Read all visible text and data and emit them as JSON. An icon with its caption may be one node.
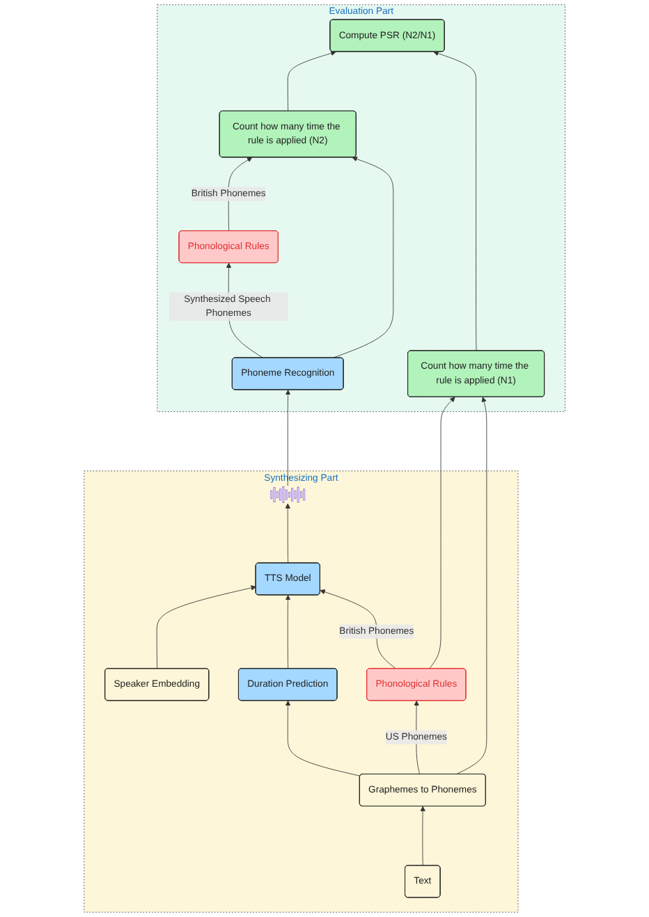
{
  "diagram": {
    "nodes": [
      {
        "text": [
          "Evaluation Part"
        ]
      },
      {
        "text": [
          "Phonological Rules"
        ],
        "in": 0
      },
      {
        "text": [
          "Count how many time the rule is applied (N2)"
        ],
        "in": 0
      },
      {
        "text": [
          "Phoneme Recognition"
        ],
        "in": 0
      },
      {
        "text": [
          "Compute PSR (N2/N1)"
        ],
        "in": 0
      },
      {
        "text": [
          "Count how many time the rule is applied (N1)"
        ],
        "in": 0
      },
      {
        "text": [
          "Synthesizing Part"
        ]
      },
      {
        "text": [
          "Speaker Embedding"
        ],
        "in": 6
      },
      {
        "text": [],
        "shape": "picture",
        "in": 6
      },
      {
        "text": [
          "TTS Model"
        ],
        "in": 6
      },
      {
        "text": [
          "Duration Prediction"
        ],
        "in": 6
      },
      {
        "text": [
          "Phonological Rules"
        ],
        "in": 6
      },
      {
        "text": [
          "Graphemes to Phonemes"
        ],
        "in": 6
      },
      {
        "text": [
          "Text"
        ],
        "in": 6
      }
    ],
    "edges": [
      {
        "from": 3,
        "to": 1,
        "arrow": "to",
        "label": "Synthesized Speech Phonemes"
      },
      {
        "from": 1,
        "to": 2,
        "arrow": "to",
        "label": "British Phonemes"
      },
      {
        "from": 3,
        "to": 2,
        "arrow": "to"
      },
      {
        "from": 2,
        "to": 4,
        "arrow": "to"
      },
      {
        "from": 5,
        "to": 4,
        "arrow": "to"
      },
      {
        "from": 8,
        "to": 3,
        "arrow": "to"
      },
      {
        "from": 9,
        "to": 8,
        "arrow": "to"
      },
      {
        "from": 7,
        "to": 9,
        "arrow": "to"
      },
      {
        "from": 10,
        "to": 9,
        "arrow": "to"
      },
      {
        "from": 11,
        "to": 9,
        "arrow": "to",
        "label": "British Phonemes"
      },
      {
        "from": 11,
        "to": 5,
        "arrow": "to"
      },
      {
        "from": 12,
        "to": 11,
        "arrow": "to",
        "label": "US Phonemes"
      },
      {
        "from": 12,
        "to": 5,
        "arrow": "to"
      },
      {
        "from": 12,
        "to": 10,
        "arrow": "to"
      },
      {
        "from": 13,
        "to": 12,
        "arrow": "to"
      }
    ]
  }
}
